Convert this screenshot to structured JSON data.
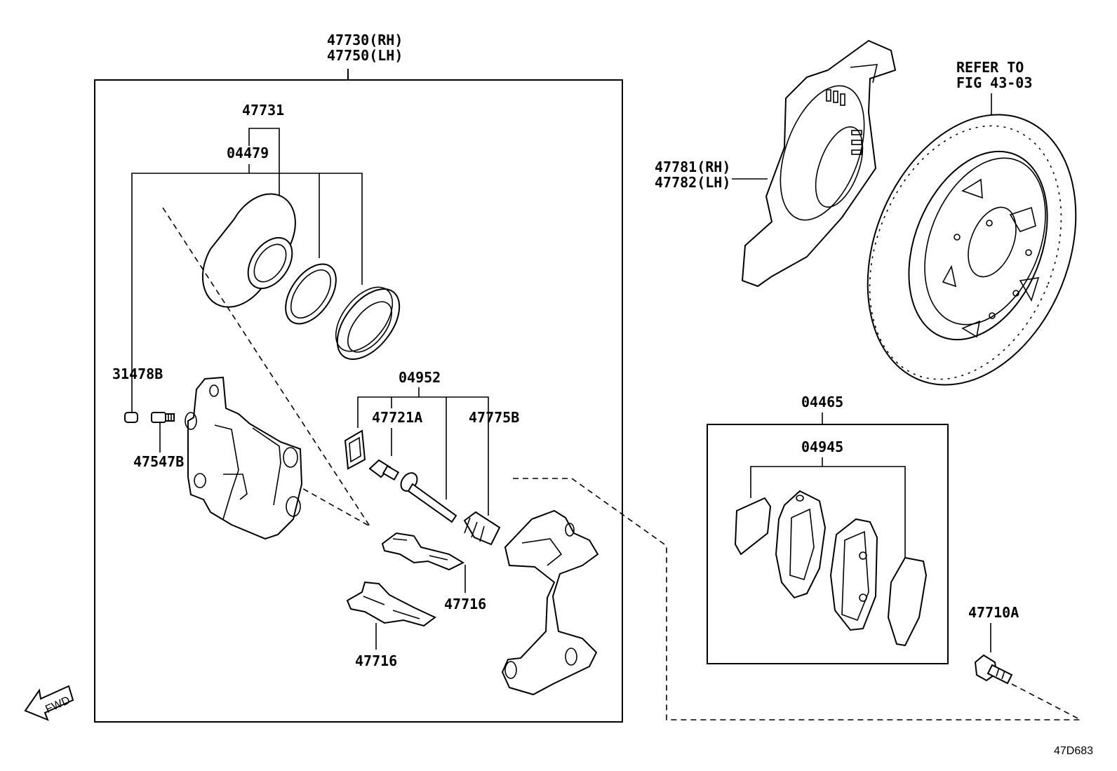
{
  "labels": {
    "caliper_rh": "47730(RH)",
    "caliper_lh": "47750(LH)",
    "piston": "47731",
    "piston_kit": "04479",
    "cap": "31478B",
    "bleeder": "47547B",
    "cylinder_kit": "04952",
    "pin_bolt": "47721A",
    "slide_pin": "47775B",
    "clip_a": "47716",
    "clip_b": "47716",
    "cover_rh": "47781(RH)",
    "cover_lh": "47782(LH)",
    "refer_line1": "REFER TO",
    "refer_line2": "FIG 43-03",
    "pad_kit": "04465",
    "pad_set": "04945",
    "bolt": "47710A",
    "fwd": "FWD",
    "diagram_id": "47D683"
  }
}
